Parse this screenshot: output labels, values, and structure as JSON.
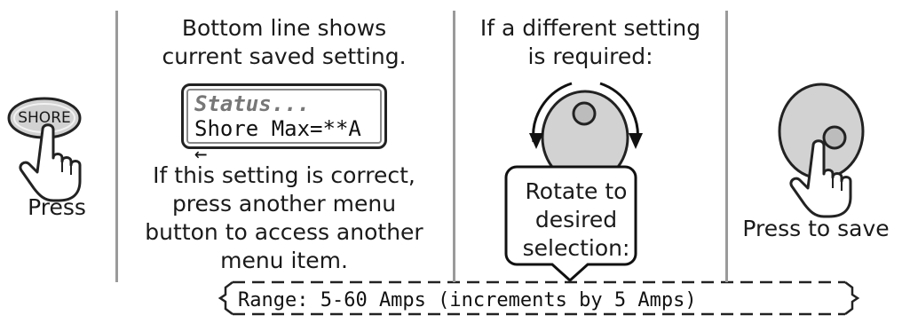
{
  "step1": {
    "button_label": "SHORE",
    "caption": "Press"
  },
  "step2": {
    "intro_line1": "Bottom line shows",
    "intro_line2": "current saved setting.",
    "lcd_line1": "Status...",
    "lcd_line2": "Shore Max=**A ←",
    "note_line1": "If this setting is correct,",
    "note_line2": "press another menu",
    "note_line3": "button to access another",
    "note_line4": "menu item."
  },
  "step3": {
    "intro_line1": "If a different setting",
    "intro_line2": "is required:",
    "callout_line1": "Rotate to",
    "callout_line2": "desired",
    "callout_line3": "selection:"
  },
  "step4": {
    "caption": "Press to save"
  },
  "range_note": "Range: 5-60 Amps (increments by 5 Amps)",
  "icons": [
    "hand-pointer-icon",
    "rotary-knob-icon",
    "rotate-arrows-icon"
  ],
  "colors": {
    "knob_fill": "#d2d2d2",
    "outline": "#222222",
    "divider": "#9a9a9a"
  }
}
